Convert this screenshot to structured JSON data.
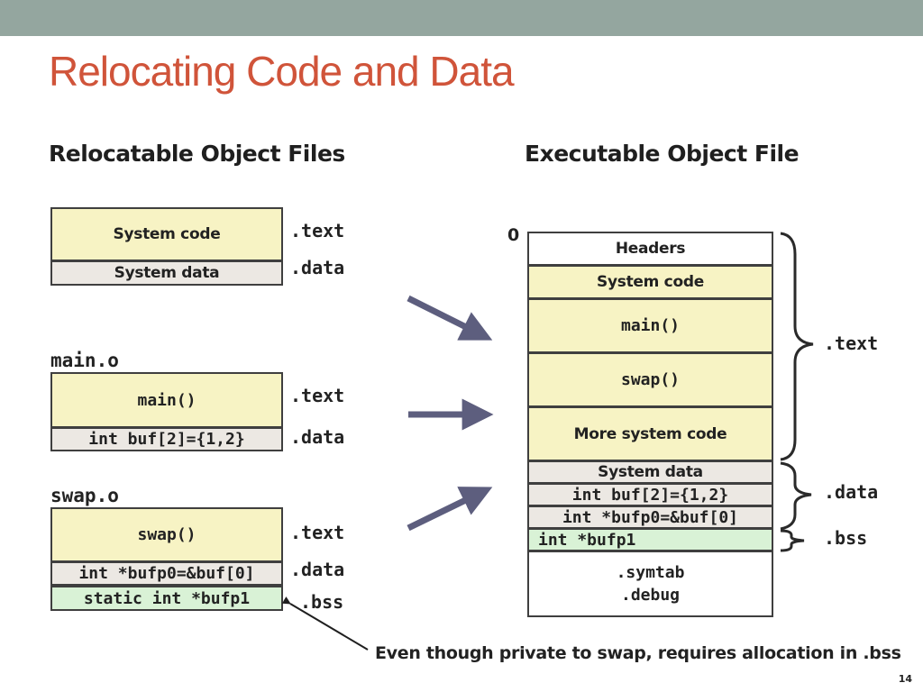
{
  "title": "Relocating Code and Data",
  "left": {
    "heading": "Relocatable Object Files",
    "system": {
      "blocks": [
        "System code",
        "System data"
      ],
      "sections": [
        ".text",
        ".data"
      ]
    },
    "main_o": {
      "filename": "main.o",
      "blocks": [
        "main()",
        "int buf[2]={1,2}"
      ],
      "sections": [
        ".text",
        ".data"
      ]
    },
    "swap_o": {
      "filename": "swap.o",
      "blocks": [
        "swap()",
        "int *bufp0=&buf[0]",
        "static int *bufp1"
      ],
      "sections": [
        ".text",
        ".data",
        ".bss"
      ]
    }
  },
  "right": {
    "heading": "Executable Object File",
    "address_label": "0",
    "blocks": [
      "Headers",
      "System code",
      "main()",
      "swap()",
      "More system code",
      "System data",
      "int buf[2]={1,2}",
      "int *bufp0=&buf[0]",
      "int *bufp1",
      ".symtab",
      ".debug"
    ],
    "sections": [
      ".text",
      ".data",
      ".bss"
    ]
  },
  "annotation": "Even though private to swap, requires allocation in .bss",
  "page_number": "14"
}
